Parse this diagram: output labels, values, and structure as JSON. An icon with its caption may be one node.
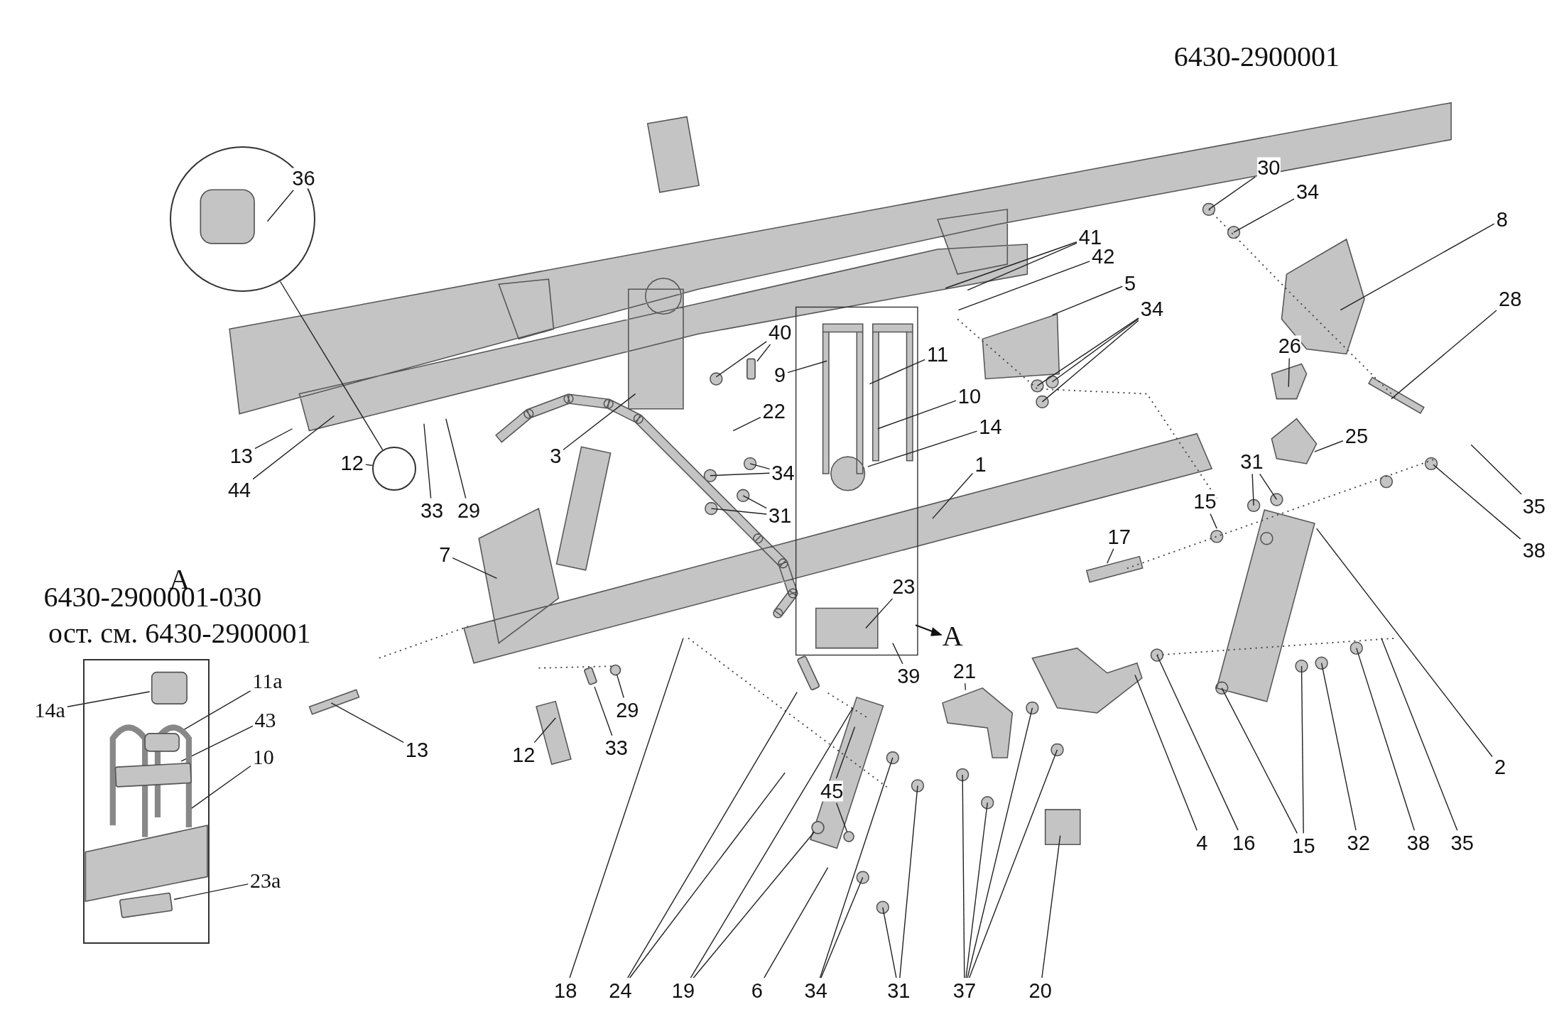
{
  "diagram": {
    "nodes": [
      {
        "text": [],
        "shape": "circle"
      },
      {
        "text": [
          "36"
        ],
        "in": 0
      },
      {
        "text": [],
        "shape": "circle"
      },
      {
        "text": [
          "41"
        ]
      },
      {
        "text": [
          "42"
        ]
      },
      {
        "text": [
          "5"
        ]
      },
      {
        "text": [
          "34"
        ]
      },
      {
        "text": [
          "30"
        ]
      },
      {
        "text": [
          "34"
        ]
      },
      {
        "text": [
          "8"
        ]
      },
      {
        "text": [
          "28"
        ]
      },
      {
        "text": [
          "26"
        ]
      },
      {
        "text": [
          "25"
        ]
      },
      {
        "text": [
          "40"
        ]
      },
      {
        "text": [
          "11"
        ]
      },
      {
        "text": [
          "9"
        ]
      },
      {
        "text": [
          "22"
        ]
      },
      {
        "text": [
          "10"
        ]
      },
      {
        "text": [
          "14"
        ]
      },
      {
        "text": [
          "3"
        ]
      },
      {
        "text": [
          "34"
        ]
      },
      {
        "text": [
          "31"
        ]
      },
      {
        "text": [
          "1"
        ]
      },
      {
        "text": [
          "13"
        ]
      },
      {
        "text": [
          "44"
        ]
      },
      {
        "text": [
          "12"
        ]
      },
      {
        "text": [
          "33"
        ]
      },
      {
        "text": [
          "29"
        ]
      },
      {
        "text": [
          "31"
        ]
      },
      {
        "text": [
          "15"
        ]
      },
      {
        "text": [
          "17"
        ]
      },
      {
        "text": [
          "35"
        ]
      },
      {
        "text": [
          "38"
        ]
      },
      {
        "text": [
          "2"
        ]
      },
      {
        "text": [
          "7"
        ]
      },
      {
        "text": [
          "23"
        ]
      },
      {
        "text": [
          "39"
        ]
      },
      {
        "text": [
          "21"
        ]
      },
      {
        "text": [
          "14а"
        ]
      },
      {
        "text": [
          "11а"
        ]
      },
      {
        "text": [
          "43"
        ]
      },
      {
        "text": [
          "10"
        ]
      },
      {
        "text": [
          "23а"
        ]
      },
      {
        "text": [
          "13"
        ]
      },
      {
        "text": [
          "12"
        ]
      },
      {
        "text": [
          "29"
        ]
      },
      {
        "text": [
          "33"
        ]
      },
      {
        "text": [
          "45"
        ]
      },
      {
        "text": [
          "18"
        ]
      },
      {
        "text": [
          "24"
        ]
      },
      {
        "text": [
          "19"
        ]
      },
      {
        "text": [
          "6"
        ]
      },
      {
        "text": [
          "34"
        ]
      },
      {
        "text": [
          "31"
        ]
      },
      {
        "text": [
          "37"
        ]
      },
      {
        "text": [
          "20"
        ]
      },
      {
        "text": [
          "4"
        ]
      },
      {
        "text": [
          "16"
        ]
      },
      {
        "text": [
          "15"
        ]
      },
      {
        "text": [
          "32"
        ]
      },
      {
        "text": [
          "38"
        ]
      },
      {
        "text": [
          "35"
        ]
      },
      {
        "text": [],
        "shape": "box"
      },
      {
        "text": [],
        "shape": "box",
        "in": 62
      },
      {
        "text": [],
        "shape": "box",
        "in": 62
      },
      {
        "text": [],
        "shape": "bar",
        "in": 62
      },
      {
        "text": [],
        "shape": "bar",
        "in": 62
      },
      {
        "text": [],
        "shape": "bar"
      },
      {
        "text": [],
        "shape": "bar"
      },
      {
        "text": [],
        "shape": "bar"
      },
      {
        "text": [],
        "shape": "circle"
      },
      {
        "text": [],
        "shape": "circle"
      },
      {
        "text": [],
        "shape": "circle"
      }
    ],
    "edges": [
      {
        "from": 0,
        "to": 2,
        "arrow": "none"
      },
      {
        "from": 1,
        "to": null,
        "arrow": "none"
      },
      {
        "from": 3,
        "to": null,
        "arrow": "none"
      },
      {
        "from": 3,
        "to": null,
        "arrow": "none"
      },
      {
        "from": 4,
        "to": null,
        "arrow": "none"
      },
      {
        "from": 5,
        "to": null,
        "arrow": "none"
      },
      {
        "from": 6,
        "to": null,
        "arrow": "none"
      },
      {
        "from": 6,
        "to": null,
        "arrow": "none"
      },
      {
        "from": 6,
        "to": null,
        "arrow": "none"
      },
      {
        "from": 7,
        "to": null,
        "arrow": "none"
      },
      {
        "from": 8,
        "to": null,
        "arrow": "none"
      },
      {
        "from": 9,
        "to": null,
        "arrow": "none"
      },
      {
        "from": 10,
        "to": null,
        "arrow": "none"
      },
      {
        "from": 11,
        "to": null,
        "arrow": "none"
      },
      {
        "from": 12,
        "to": null,
        "arrow": "none"
      },
      {
        "from": 13,
        "to": null,
        "arrow": "none"
      },
      {
        "from": 13,
        "to": 67,
        "arrow": "none"
      },
      {
        "from": 14,
        "to": null,
        "arrow": "none"
      },
      {
        "from": 15,
        "to": null,
        "arrow": "none"
      },
      {
        "from": 16,
        "to": null,
        "arrow": "none"
      },
      {
        "from": 17,
        "to": null,
        "arrow": "none"
      },
      {
        "from": 18,
        "to": null,
        "arrow": "none"
      },
      {
        "from": 19,
        "to": null,
        "arrow": "none"
      },
      {
        "from": 20,
        "to": null,
        "arrow": "none"
      },
      {
        "from": 20,
        "to": null,
        "arrow": "none"
      },
      {
        "from": 21,
        "to": null,
        "arrow": "none"
      },
      {
        "from": 21,
        "to": null,
        "arrow": "none"
      },
      {
        "from": 22,
        "to": null,
        "arrow": "none"
      },
      {
        "from": 23,
        "to": null,
        "arrow": "none"
      },
      {
        "from": 24,
        "to": null,
        "arrow": "none"
      },
      {
        "from": 25,
        "to": 2,
        "arrow": "none"
      },
      {
        "from": 26,
        "to": null,
        "arrow": "none"
      },
      {
        "from": 27,
        "to": null,
        "arrow": "none"
      },
      {
        "from": 28,
        "to": null,
        "arrow": "none"
      },
      {
        "from": 28,
        "to": null,
        "arrow": "none"
      },
      {
        "from": 29,
        "to": null,
        "arrow": "none"
      },
      {
        "from": 30,
        "to": null,
        "arrow": "none"
      },
      {
        "from": 31,
        "to": null,
        "arrow": "none"
      },
      {
        "from": 32,
        "to": null,
        "arrow": "none"
      },
      {
        "from": 33,
        "to": null,
        "arrow": "none"
      },
      {
        "from": 34,
        "to": null,
        "arrow": "none"
      },
      {
        "from": 35,
        "to": null,
        "arrow": "none"
      },
      {
        "from": 36,
        "to": null,
        "arrow": "none"
      },
      {
        "from": 37,
        "to": null,
        "arrow": "none"
      },
      {
        "from": 38,
        "to": 63,
        "arrow": "none"
      },
      {
        "from": 39,
        "to": 64,
        "arrow": "none"
      },
      {
        "from": 40,
        "to": 65,
        "arrow": "none"
      },
      {
        "from": 41,
        "to": null,
        "arrow": "none"
      },
      {
        "from": 42,
        "to": 66,
        "arrow": "none"
      },
      {
        "from": 43,
        "to": null,
        "arrow": "none"
      },
      {
        "from": 44,
        "to": null,
        "arrow": "none"
      },
      {
        "from": 45,
        "to": 71,
        "arrow": "none"
      },
      {
        "from": 46,
        "to": 68,
        "arrow": "none"
      },
      {
        "from": 47,
        "to": null,
        "arrow": "none"
      },
      {
        "from": 47,
        "to": 72,
        "arrow": "none"
      },
      {
        "from": 48,
        "to": null,
        "arrow": "none"
      },
      {
        "from": 49,
        "to": 69,
        "arrow": "none"
      },
      {
        "from": 49,
        "to": null,
        "arrow": "none"
      },
      {
        "from": 50,
        "to": null,
        "arrow": "none"
      },
      {
        "from": 50,
        "to": 70,
        "arrow": "none"
      },
      {
        "from": 51,
        "to": null,
        "arrow": "none"
      },
      {
        "from": 52,
        "to": null,
        "arrow": "none"
      },
      {
        "from": 52,
        "to": null,
        "arrow": "none"
      },
      {
        "from": 53,
        "to": null,
        "arrow": "none"
      },
      {
        "from": 53,
        "to": null,
        "arrow": "none"
      },
      {
        "from": 54,
        "to": null,
        "arrow": "none"
      },
      {
        "from": 54,
        "to": null,
        "arrow": "none"
      },
      {
        "from": 54,
        "to": null,
        "arrow": "none"
      },
      {
        "from": 54,
        "to": null,
        "arrow": "none"
      },
      {
        "from": 55,
        "to": null,
        "arrow": "none"
      },
      {
        "from": 56,
        "to": null,
        "arrow": "none"
      },
      {
        "from": 57,
        "to": null,
        "arrow": "none"
      },
      {
        "from": 58,
        "to": null,
        "arrow": "none"
      },
      {
        "from": 58,
        "to": null,
        "arrow": "none"
      },
      {
        "from": 59,
        "to": null,
        "arrow": "none"
      },
      {
        "from": 60,
        "to": null,
        "arrow": "none"
      },
      {
        "from": 61,
        "to": null,
        "arrow": "none"
      }
    ],
    "labels": [
      "6430-2900001",
      "А",
      "6430-2900001-030",
      "ост. см. 6430-2900001",
      "А"
    ]
  }
}
